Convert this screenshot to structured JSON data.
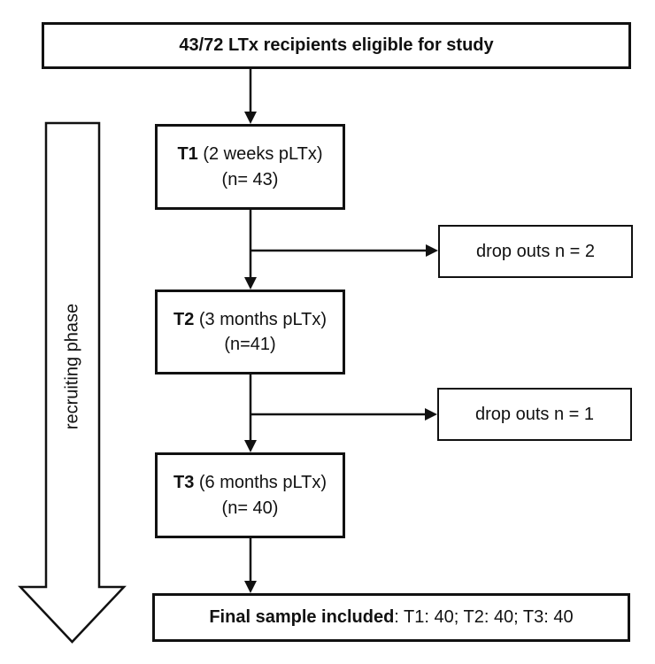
{
  "diagram": {
    "title_box": "43/72 LTx recipients eligible for study",
    "recruiting_label": "recruiting phase",
    "stages": [
      {
        "code": "T1",
        "desc": " (2 weeks pLTx)",
        "n": "(n= 43)"
      },
      {
        "code": "T2",
        "desc": " (3 months pLTx)",
        "n": "(n=41)"
      },
      {
        "code": "T3",
        "desc": " (6 months pLTx)",
        "n": "(n= 40)"
      }
    ],
    "dropouts": [
      {
        "text": "drop outs n = 2"
      },
      {
        "text": "drop outs n = 1"
      }
    ],
    "final_box": {
      "bold": "Final sample included",
      "rest": ": T1: 40; T2: 40; T3: 40"
    },
    "colors": {
      "line": "#111111",
      "background": "#ffffff"
    }
  }
}
